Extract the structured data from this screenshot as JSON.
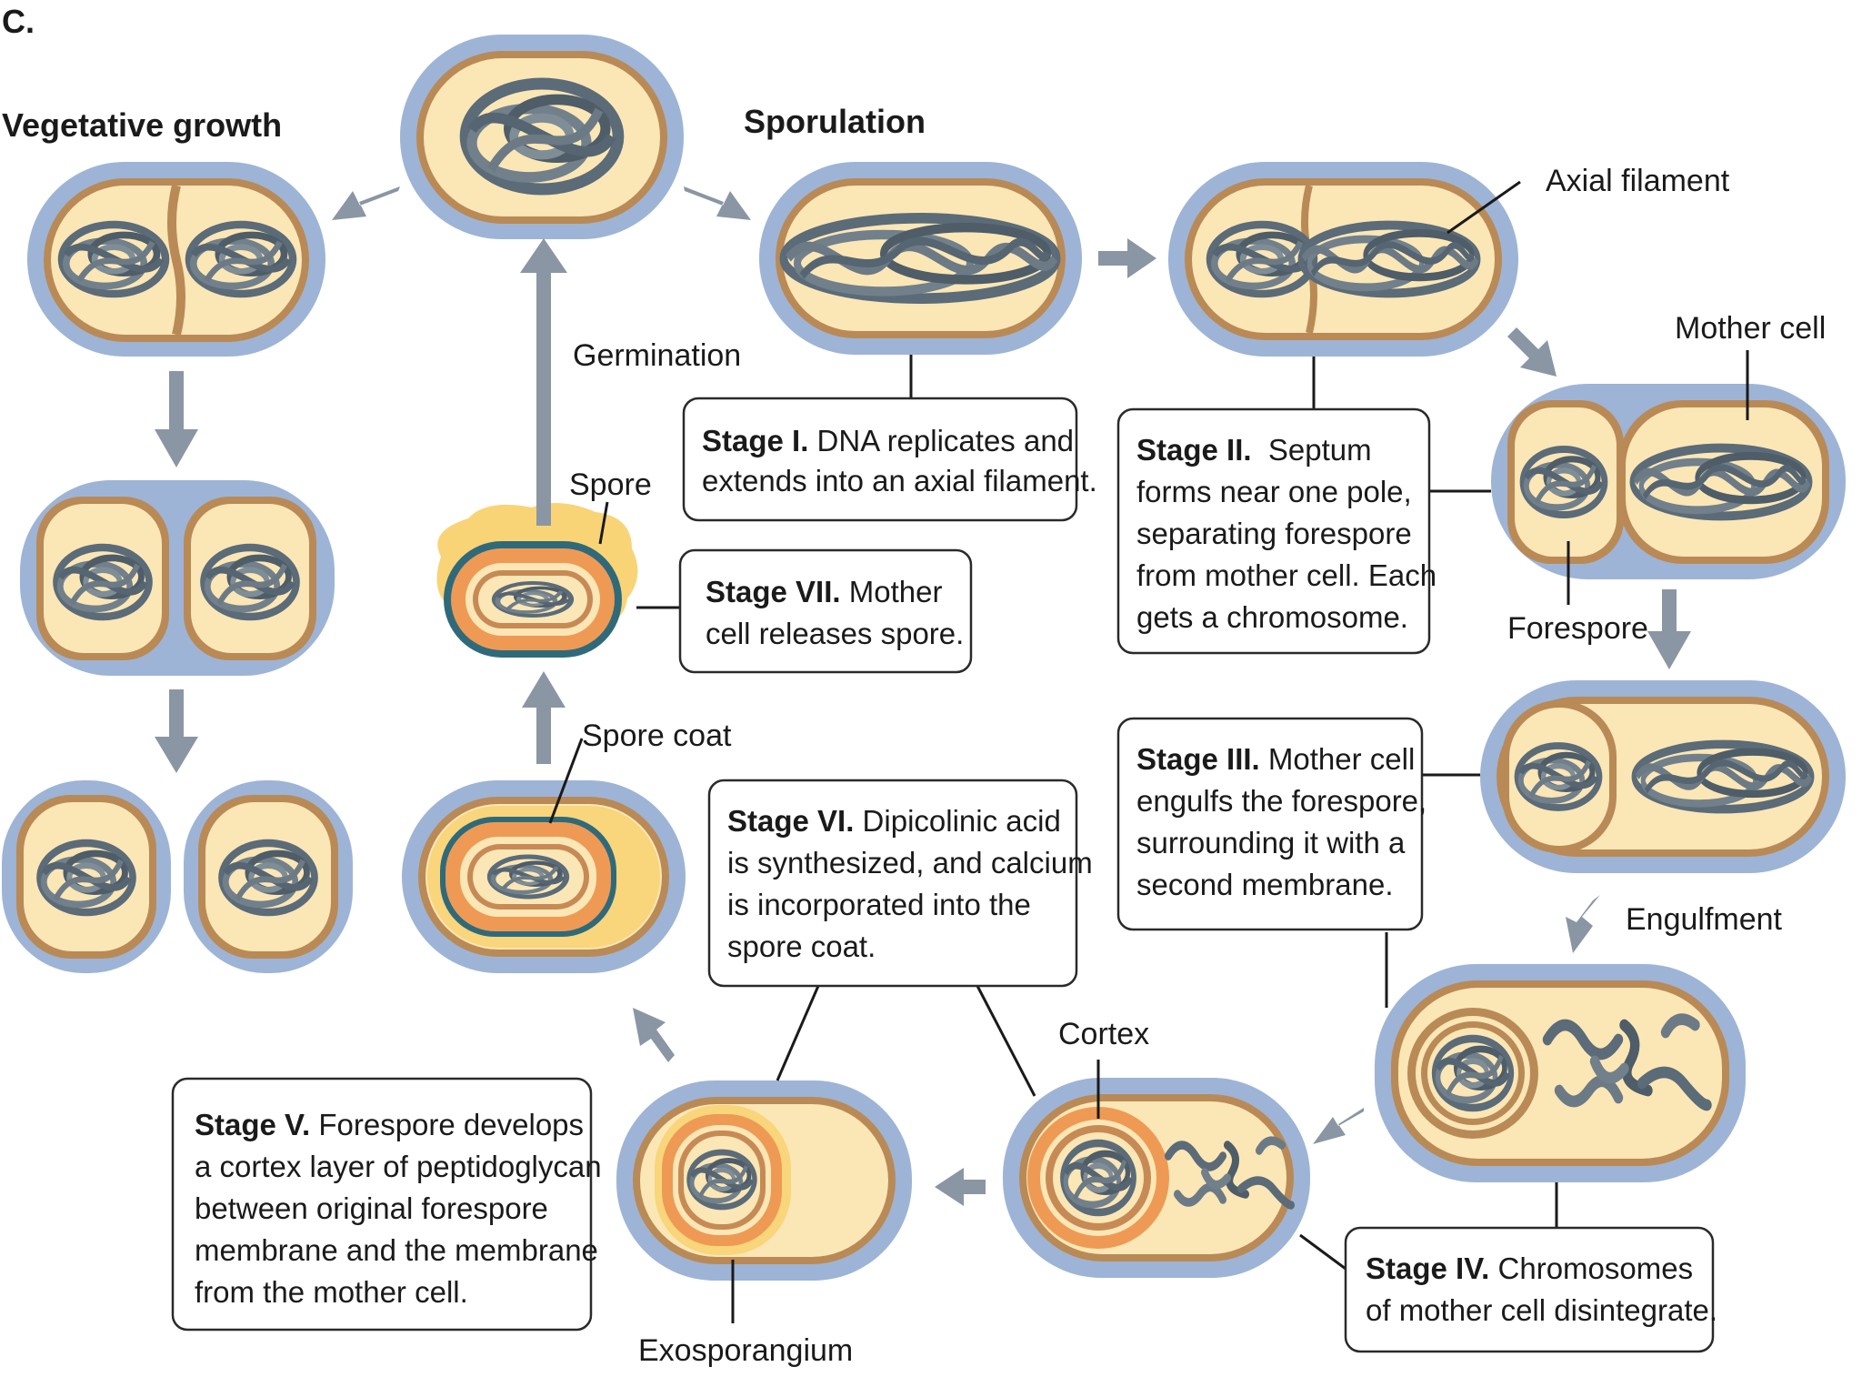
{
  "panel_letter": "C.",
  "headings": {
    "vegetative": "Vegetative growth",
    "sporulation": "Sporulation"
  },
  "labels": {
    "germination": "Germination",
    "axial_filament": "Axial filament",
    "mother_cell": "Mother cell",
    "forespore": "Forespore",
    "spore": "Spore",
    "spore_coat": "Spore coat",
    "engulfment": "Engulfment",
    "cortex": "Cortex",
    "exosporangium": "Exosporangium"
  },
  "stages": {
    "stage1": {
      "title": "Stage I.",
      "lines": [
        " DNA replicates and",
        "extends into an axial filament."
      ]
    },
    "stage2": {
      "title": "Stage II.",
      "lines": [
        "  Septum",
        "forms near one pole,",
        "separating forespore",
        "from mother cell. Each",
        "gets a chromosome."
      ]
    },
    "stage3": {
      "title": "Stage III.",
      "lines": [
        " Mother cell",
        "engulfs the forespore,",
        "surrounding it with a",
        "second membrane."
      ]
    },
    "stage4": {
      "title": "Stage IV.",
      "lines": [
        " Chromosomes",
        "of mother cell disintegrate."
      ]
    },
    "stage5": {
      "title": "Stage V.",
      "lines": [
        " Forespore develops",
        "a cortex layer of peptidoglycan",
        "between original forespore",
        "membrane and the membrane",
        "from the mother cell."
      ]
    },
    "stage6": {
      "title": "Stage VI.",
      "lines": [
        " Dipicolinic acid",
        "is synthesized, and calcium",
        "is incorporated into the",
        "spore coat."
      ]
    },
    "stage7": {
      "title": "Stage VII.",
      "lines": [
        " Mother",
        "cell releases spore."
      ]
    }
  },
  "colors": {
    "cell_outer": "#9db4d6",
    "cell_wall": "#b98a55",
    "cytoplasm": "#fbe6b6",
    "dna": "#5b6b78",
    "arrow": "#8a96a3",
    "cortex": "#ee9a55",
    "spore_coat": "#2f6a7a",
    "exosporium": "#f7c64a"
  }
}
